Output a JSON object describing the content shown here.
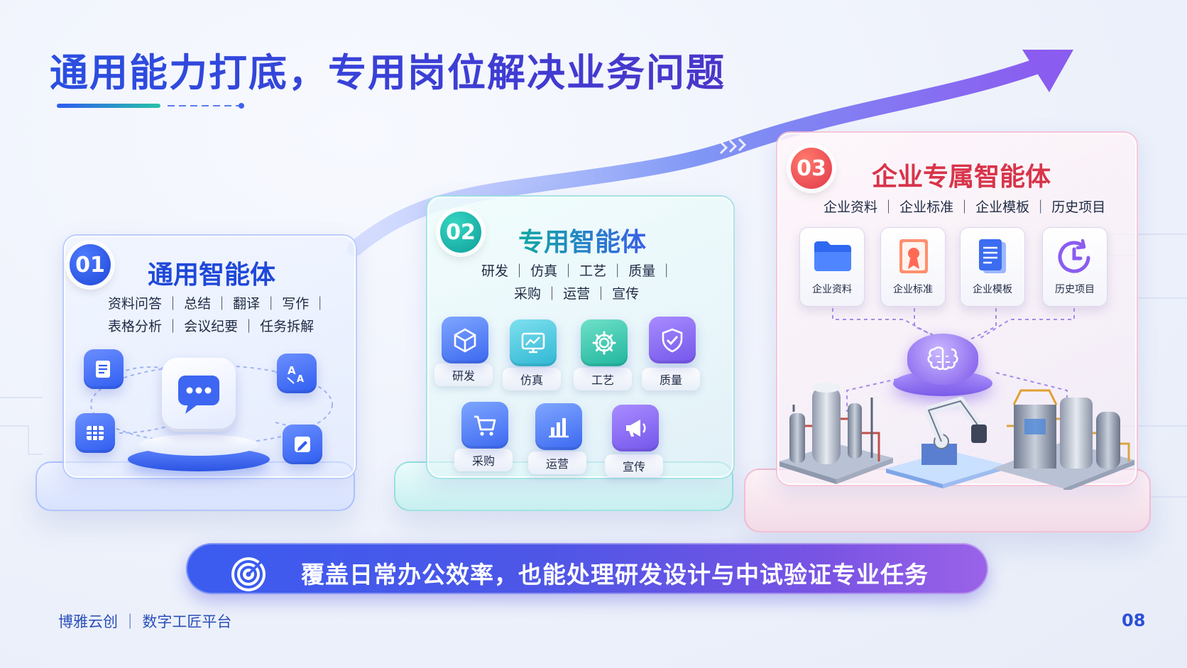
{
  "title": "通用能力打底，专用岗位解决业务问题",
  "colors": {
    "blue": "#1f48d8",
    "teal": "#11a9a2",
    "red": "#d8344a",
    "purple": "#7a54e3"
  },
  "panels": [
    {
      "number": "01",
      "title": "通用智能体",
      "line1": "资料问答 ｜ 总结 ｜ 翻译 ｜ 写作 ｜",
      "line2": "表格分析 ｜ 会议纪要 ｜ 任务拆解",
      "icons": [
        "document-icon",
        "translate-icon",
        "table-icon",
        "edit-icon",
        "chat-icon"
      ]
    },
    {
      "number": "02",
      "title": "专用智能体",
      "line1": "研发 ｜ 仿真 ｜ 工艺 ｜ 质量 ｜",
      "line2": "采购 ｜ 运营 ｜ 宣传",
      "tiles": [
        {
          "label": "研发",
          "icon": "cube-icon"
        },
        {
          "label": "仿真",
          "icon": "monitor-chart-icon"
        },
        {
          "label": "工艺",
          "icon": "gear-icon"
        },
        {
          "label": "质量",
          "icon": "shield-check-icon"
        },
        {
          "label": "采购",
          "icon": "cart-icon"
        },
        {
          "label": "运营",
          "icon": "bar-chart-icon"
        },
        {
          "label": "宣传",
          "icon": "megaphone-icon"
        }
      ]
    },
    {
      "number": "03",
      "title": "企业专属智能体",
      "line1": "企业资料 ｜ 企业标准 ｜ 企业模板 ｜ 历史项目",
      "cards": [
        {
          "label": "企业资料",
          "icon": "folder-icon"
        },
        {
          "label": "企业标准",
          "icon": "certificate-icon"
        },
        {
          "label": "企业模板",
          "icon": "template-icon"
        },
        {
          "label": "历史项目",
          "icon": "history-clock-icon"
        }
      ],
      "center_icon": "brain-icon"
    }
  ],
  "banner": {
    "text": "覆盖日常办公效率，也能处理研发设计与中试验证专业任务",
    "icon": "target-icon"
  },
  "footer": {
    "left": "博雅云创 ｜ 数字工匠平台",
    "page": "08"
  }
}
